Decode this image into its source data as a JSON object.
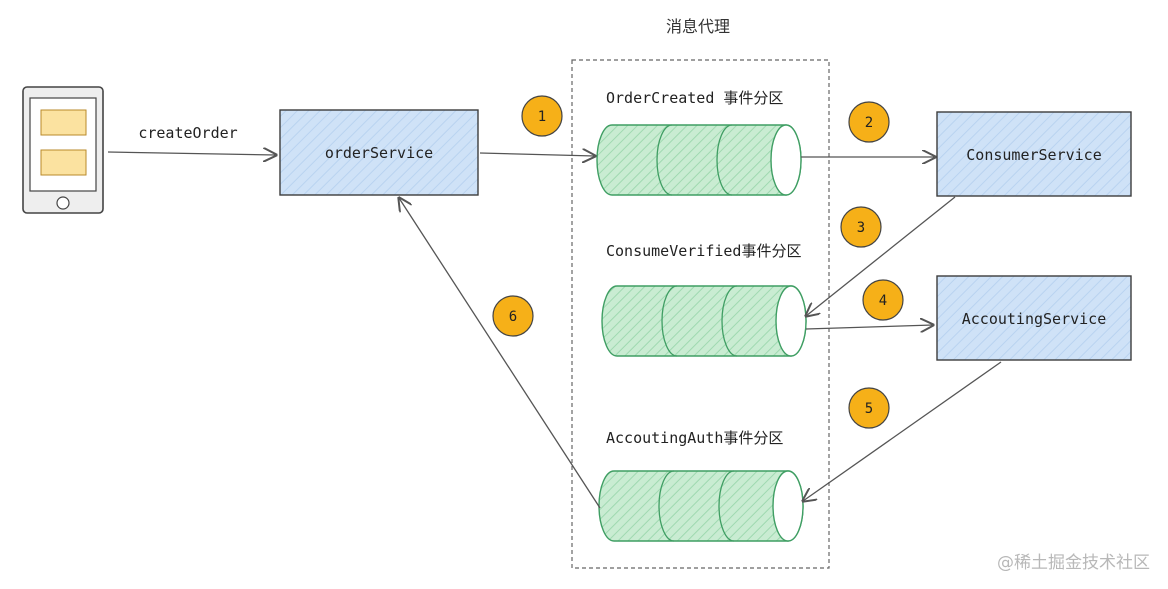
{
  "broker": {
    "title": "消息代理"
  },
  "client": {
    "label": "createOrder"
  },
  "services": {
    "order": "orderService",
    "consumer": "ConsumerService",
    "accounting": "AccoutingService"
  },
  "partitions": {
    "order_created": "OrderCreated 事件分区",
    "consume_verified": "ConsumeVerified事件分区",
    "accounting_auth": "AccoutingAuth事件分区"
  },
  "steps": [
    "1",
    "2",
    "3",
    "4",
    "5",
    "6"
  ],
  "colors": {
    "service_fill": "#cfe2f7",
    "service_stroke": "#3d3d3d",
    "partition_fill": "#c9ecd2",
    "partition_stroke": "#3f9e63",
    "step_fill": "#f6b018",
    "note_fill": "#fbe2a0",
    "arrow": "#555555"
  },
  "watermark": "@稀土掘金技术社区"
}
